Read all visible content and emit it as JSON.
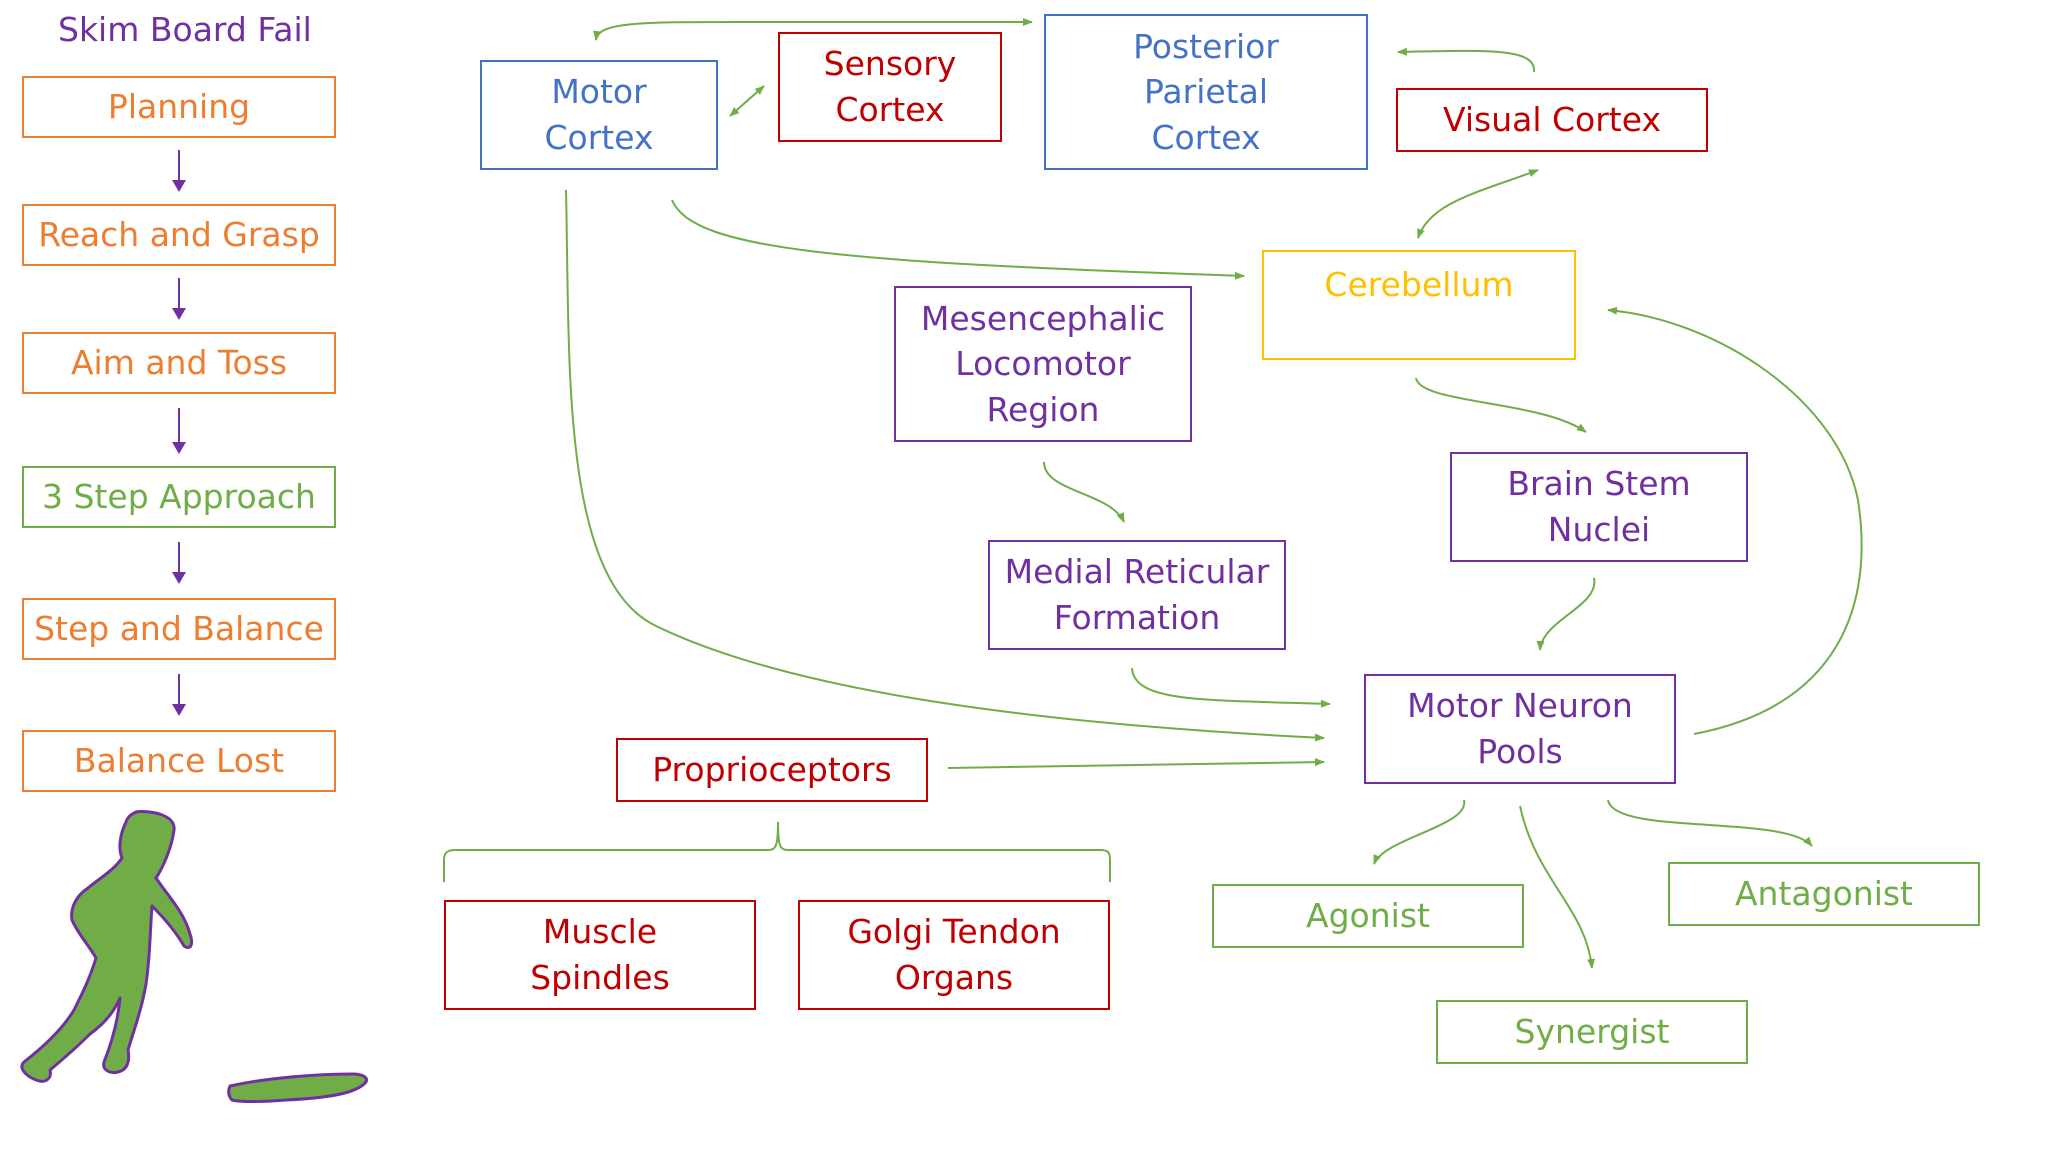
{
  "title": "Skim Board Fail",
  "colors": {
    "orange": "#ed7d31",
    "green": "#70ad47",
    "purple": "#7030a0",
    "blue": "#4472c4",
    "red": "#c00000",
    "yellow": "#ffc000"
  },
  "process_steps": [
    {
      "label": "Planning",
      "color": "#ed7d31"
    },
    {
      "label": "Reach and Grasp",
      "color": "#ed7d31"
    },
    {
      "label": "Aim and Toss",
      "color": "#ed7d31"
    },
    {
      "label": "3 Step Approach",
      "color": "#70ad47"
    },
    {
      "label": "Step and Balance",
      "color": "#ed7d31"
    },
    {
      "label": "Balance Lost",
      "color": "#ed7d31"
    }
  ],
  "nodes": {
    "motor_cortex": {
      "label": "Motor\nCortex",
      "color": "#4472c4"
    },
    "sensory_cortex": {
      "label": "Sensory\nCortex",
      "color": "#c00000"
    },
    "posterior_parietal_cortex": {
      "label": "Posterior\nParietal\nCortex",
      "color": "#4472c4"
    },
    "visual_cortex": {
      "label": "Visual Cortex",
      "color": "#c00000"
    },
    "cerebellum": {
      "label": "Cerebellum",
      "color": "#ffc000"
    },
    "mesencephalic_locomotor_region": {
      "label": "Mesencephalic\nLocomotor\nRegion",
      "color": "#7030a0"
    },
    "medial_reticular_formation": {
      "label": "Medial Reticular\nFormation",
      "color": "#7030a0"
    },
    "brain_stem_nuclei": {
      "label": "Brain Stem\nNuclei",
      "color": "#7030a0"
    },
    "motor_neuron_pools": {
      "label": "Motor Neuron\nPools",
      "color": "#7030a0"
    },
    "proprioceptors": {
      "label": "Proprioceptors",
      "color": "#c00000"
    },
    "muscle_spindles": {
      "label": "Muscle\nSpindles",
      "color": "#c00000"
    },
    "golgi_tendon_organs": {
      "label": "Golgi Tendon\nOrgans",
      "color": "#c00000"
    },
    "agonist": {
      "label": "Agonist",
      "color": "#70ad47"
    },
    "synergist": {
      "label": "Synergist",
      "color": "#70ad47"
    },
    "antagonist": {
      "label": "Antagonist",
      "color": "#70ad47"
    }
  },
  "connections": [
    {
      "from": "motor_cortex",
      "to": "posterior_parietal_cortex",
      "direction": "both"
    },
    {
      "from": "motor_cortex",
      "to": "sensory_cortex",
      "direction": "both"
    },
    {
      "from": "visual_cortex",
      "to": "posterior_parietal_cortex",
      "direction": "forward"
    },
    {
      "from": "visual_cortex",
      "to": "cerebellum",
      "direction": "both"
    },
    {
      "from": "motor_cortex",
      "to": "cerebellum",
      "direction": "forward"
    },
    {
      "from": "cerebellum",
      "to": "brain_stem_nuclei",
      "direction": "forward"
    },
    {
      "from": "mesencephalic_locomotor_region",
      "to": "medial_reticular_formation",
      "direction": "forward"
    },
    {
      "from": "brain_stem_nuclei",
      "to": "motor_neuron_pools",
      "direction": "forward"
    },
    {
      "from": "medial_reticular_formation",
      "to": "motor_neuron_pools",
      "direction": "forward"
    },
    {
      "from": "motor_cortex",
      "to": "motor_neuron_pools",
      "direction": "forward"
    },
    {
      "from": "proprioceptors",
      "to": "motor_neuron_pools",
      "direction": "forward"
    },
    {
      "from": "motor_neuron_pools",
      "to": "cerebellum",
      "direction": "forward"
    },
    {
      "from": "motor_neuron_pools",
      "to": "agonist",
      "direction": "forward"
    },
    {
      "from": "motor_neuron_pools",
      "to": "synergist",
      "direction": "forward"
    },
    {
      "from": "motor_neuron_pools",
      "to": "antagonist",
      "direction": "forward"
    },
    {
      "from": "proprioceptors",
      "to": "muscle_spindles",
      "direction": "brace"
    },
    {
      "from": "proprioceptors",
      "to": "golgi_tendon_organs",
      "direction": "brace"
    }
  ]
}
